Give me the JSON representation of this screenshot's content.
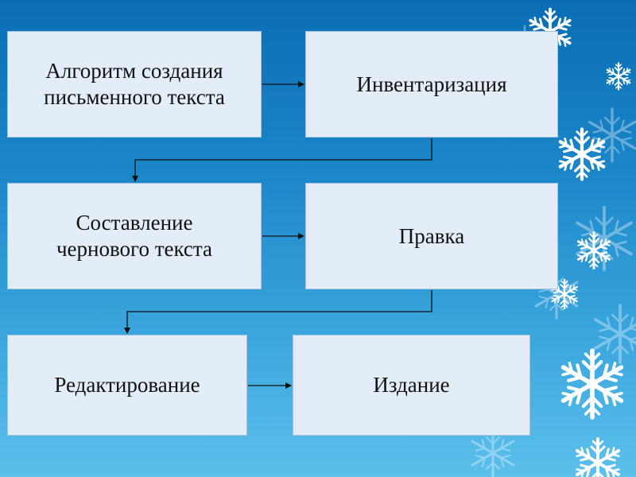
{
  "diagram": {
    "steps": [
      {
        "id": "algorithm",
        "lines": [
          "Алгоритм создания",
          "письменного текста"
        ]
      },
      {
        "id": "inventory",
        "lines": [
          "Инвентаризация"
        ]
      },
      {
        "id": "draft",
        "lines": [
          "Составление",
          "чернового текста"
        ]
      },
      {
        "id": "correction",
        "lines": [
          "Правка"
        ]
      },
      {
        "id": "editing",
        "lines": [
          "Редактирование"
        ]
      },
      {
        "id": "publication",
        "lines": [
          "Издание"
        ]
      }
    ],
    "colors": {
      "box_fill": "#e3edf7",
      "box_border": "#a9c2dc",
      "arrow": "#111111",
      "background_top": "#0b6db4",
      "background_bottom": "#5cc0ec",
      "snowflake": "#ffffff"
    },
    "decoration": "snowflake-icon"
  }
}
